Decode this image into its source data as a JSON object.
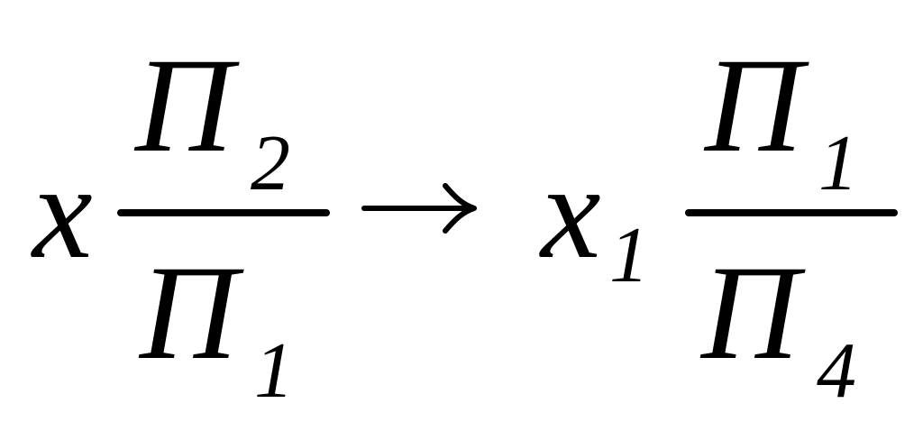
{
  "formula": {
    "left": {
      "variable": "x",
      "numerator": {
        "symbol": "П",
        "subscript": "2"
      },
      "denominator": {
        "symbol": "П",
        "subscript": "1"
      }
    },
    "arrow": "→",
    "right": {
      "variable": "x",
      "variable_subscript": "1",
      "numerator": {
        "symbol": "П",
        "subscript": "1"
      },
      "denominator": {
        "symbol": "П",
        "subscript": "4"
      }
    }
  }
}
